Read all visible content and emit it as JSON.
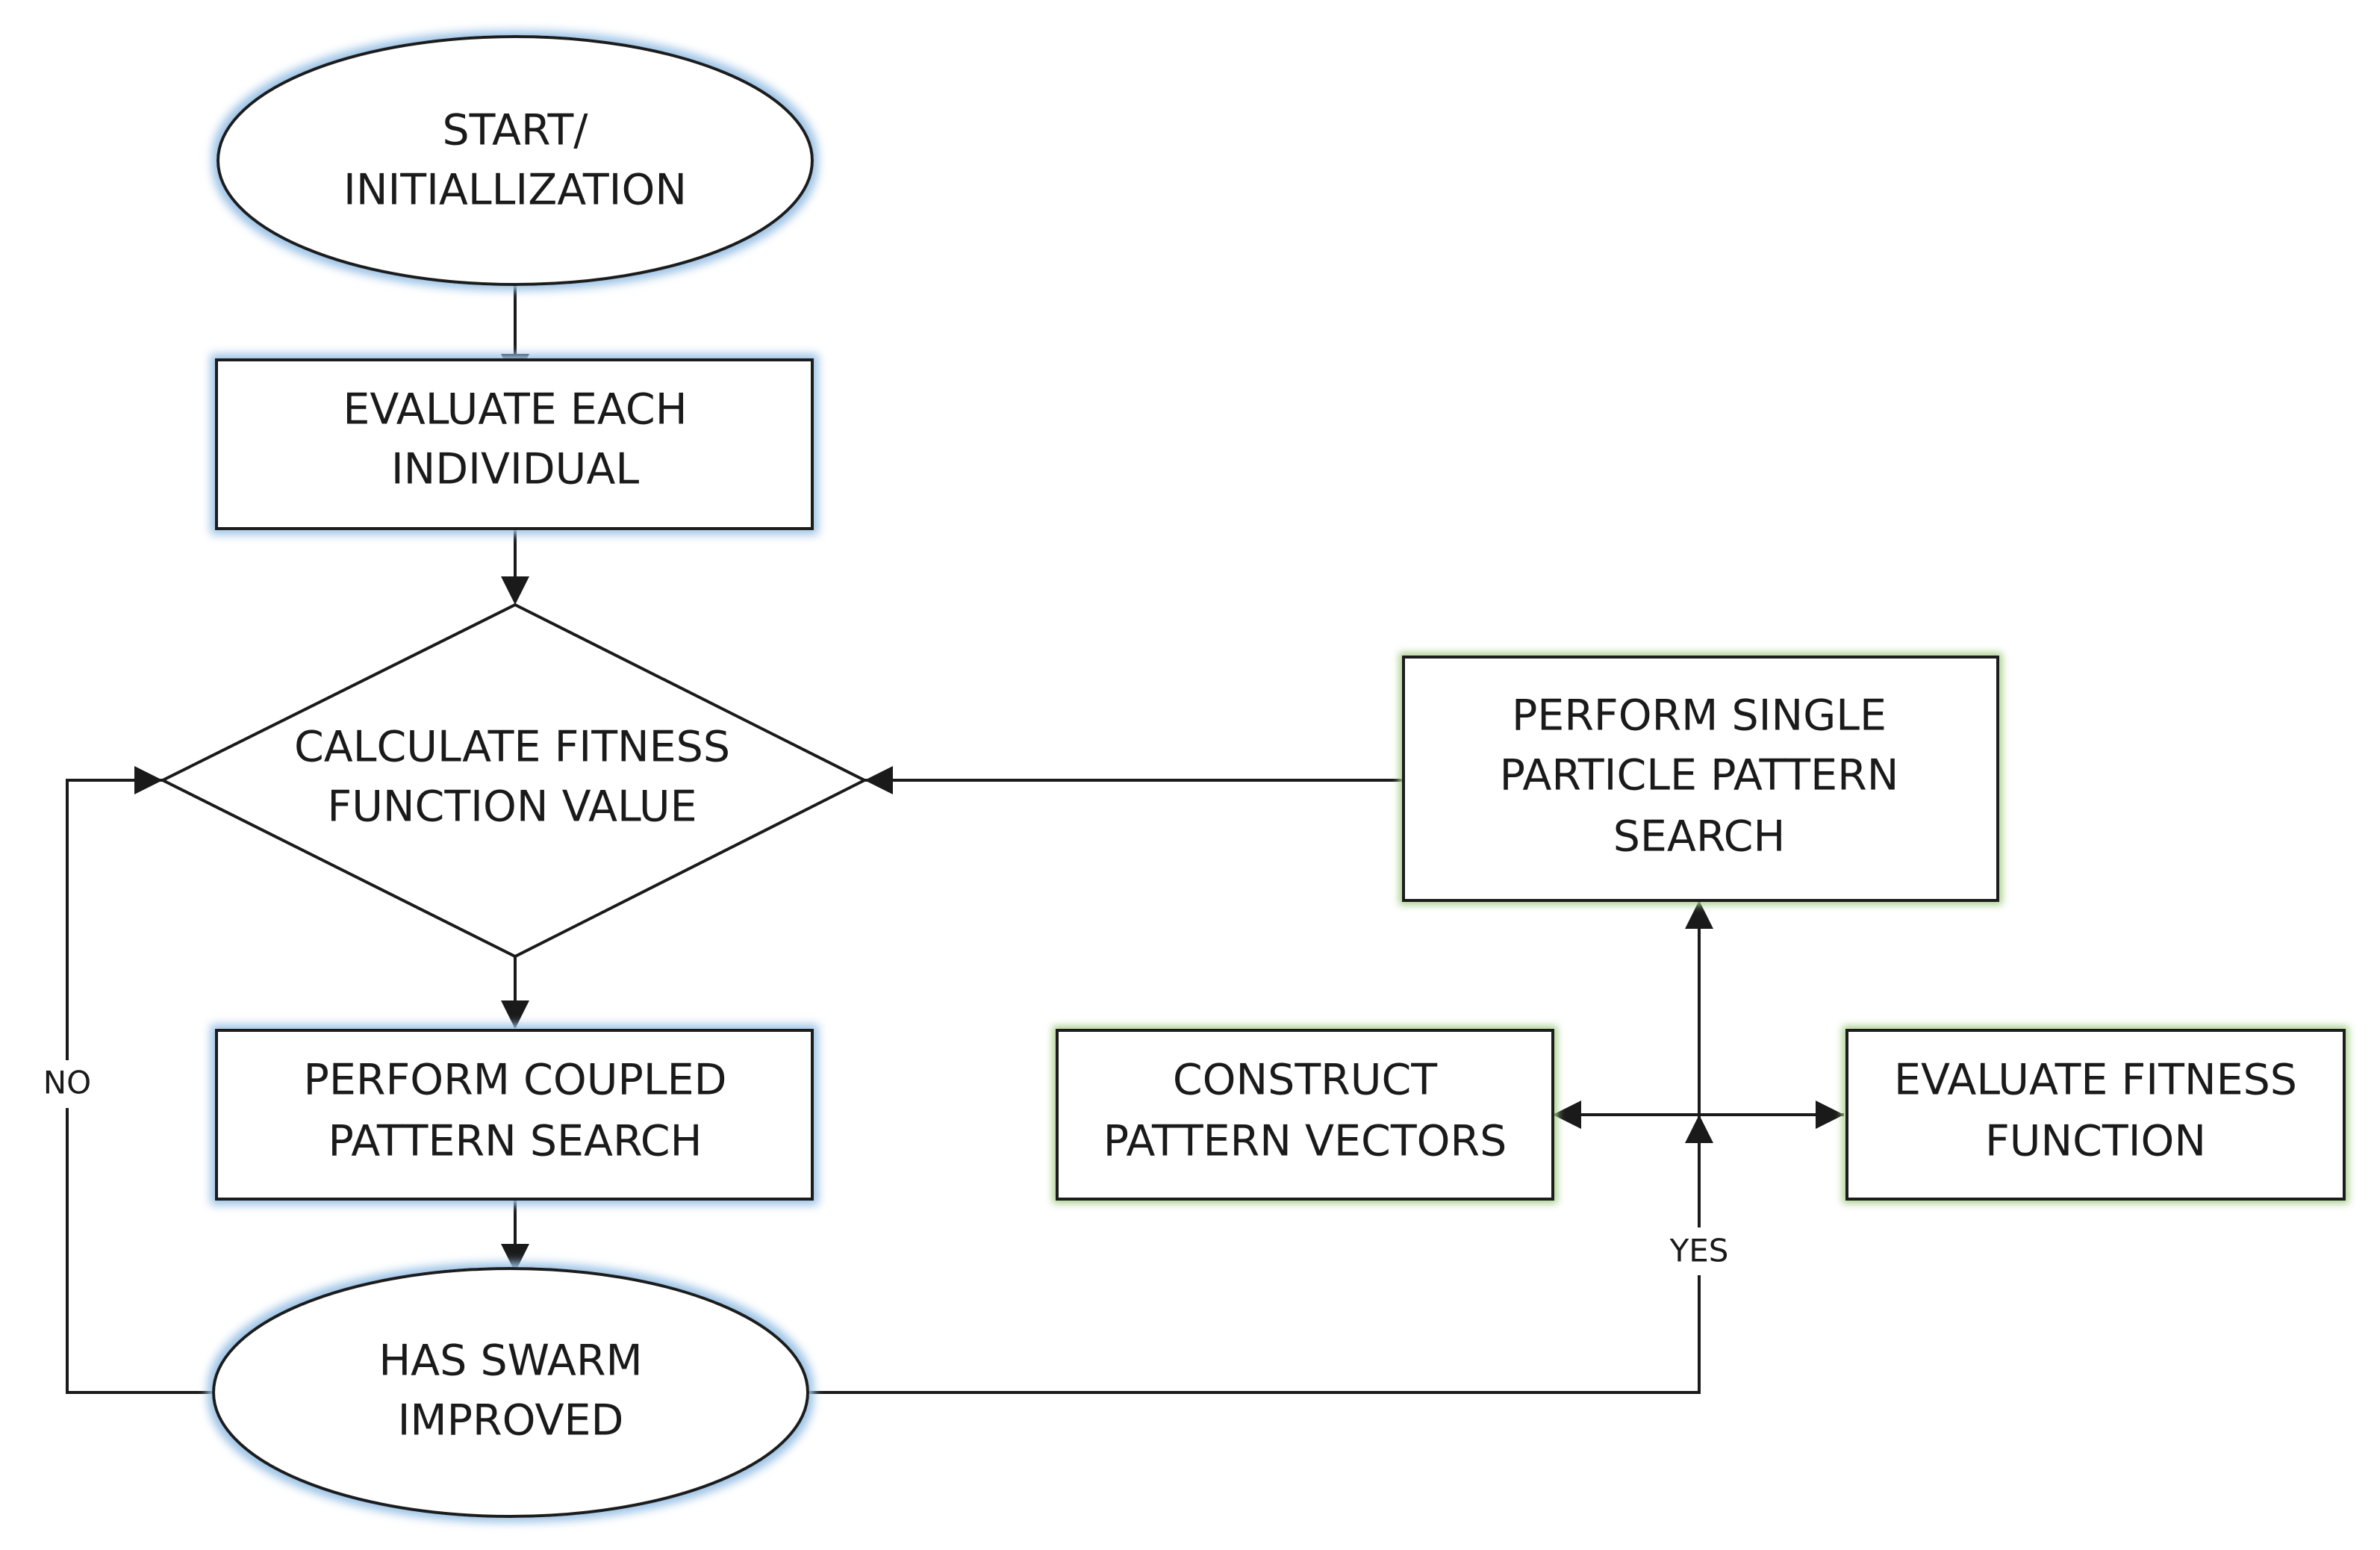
{
  "diagram": {
    "type": "flowchart",
    "nodes": {
      "start": {
        "shape": "ellipse",
        "lines": [
          "START/",
          "INITIALLIZATION"
        ]
      },
      "evaluate_each": {
        "shape": "rectangle",
        "lines": [
          "EVALUATE EACH",
          "INDIVIDUAL"
        ]
      },
      "calculate_fitness": {
        "shape": "diamond",
        "lines": [
          "CALCULATE FITNESS",
          "FUNCTION VALUE"
        ]
      },
      "coupled_search": {
        "shape": "rectangle",
        "lines": [
          "PERFORM COUPLED",
          "PATTERN SEARCH"
        ]
      },
      "swarm_improved": {
        "shape": "ellipse",
        "lines": [
          "HAS SWARM",
          "IMPROVED"
        ]
      },
      "single_particle": {
        "shape": "rectangle",
        "lines": [
          "PERFORM SINGLE",
          "PARTICLE PATTERN",
          "SEARCH"
        ]
      },
      "construct_vectors": {
        "shape": "rectangle",
        "lines": [
          "CONSTRUCT",
          "PATTERN VECTORS"
        ]
      },
      "evaluate_fitness_fn": {
        "shape": "rectangle",
        "lines": [
          "EVALUATE FITNESS",
          "FUNCTION"
        ]
      }
    },
    "edges": [
      {
        "from": "start",
        "to": "evaluate_each",
        "label": ""
      },
      {
        "from": "evaluate_each",
        "to": "calculate_fitness",
        "label": ""
      },
      {
        "from": "calculate_fitness",
        "to": "coupled_search",
        "label": ""
      },
      {
        "from": "coupled_search",
        "to": "swarm_improved",
        "label": ""
      },
      {
        "from": "swarm_improved",
        "to": "calculate_fitness",
        "label": "NO"
      },
      {
        "from": "swarm_improved",
        "to": "single_particle",
        "label": "YES"
      },
      {
        "from": "swarm_improved",
        "to": "construct_vectors",
        "label": ""
      },
      {
        "from": "swarm_improved",
        "to": "evaluate_fitness_fn",
        "label": ""
      },
      {
        "from": "single_particle",
        "to": "calculate_fitness",
        "label": ""
      }
    ],
    "edge_labels": {
      "no": "NO",
      "yes": "YES"
    },
    "colors": {
      "stroke": "#1a1a1a",
      "fill": "#ffffff",
      "glow_blue": "#9cc3e6",
      "glow_green": "#a9d08e"
    }
  }
}
